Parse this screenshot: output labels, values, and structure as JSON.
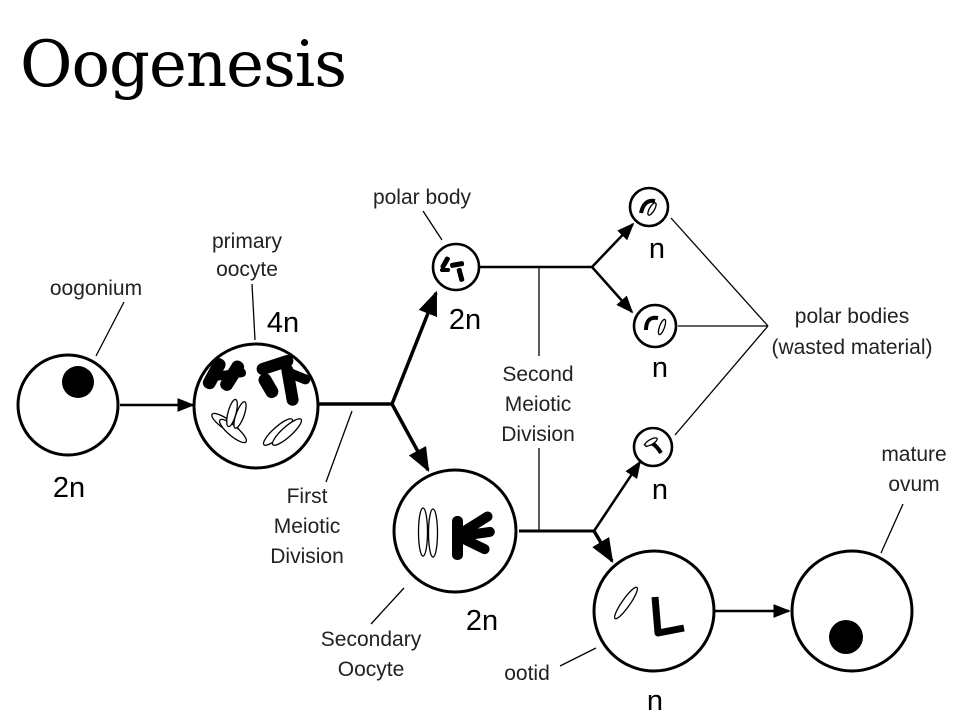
{
  "title": "Oogenesis",
  "labels": {
    "oogonium": "oogonium",
    "primary_oocyte_line1": "primary",
    "primary_oocyte_line2": "oocyte",
    "polar_body": "polar body",
    "polar_bodies_line1": "polar bodies",
    "polar_bodies_line2": "(wasted material)",
    "second_meiotic_line1": "Second",
    "second_meiotic_line2": "Meiotic",
    "second_meiotic_line3": "Division",
    "first_meiotic_line1": "First",
    "first_meiotic_line2": "Meiotic",
    "first_meiotic_line3": "Division",
    "secondary_oocyte_line1": "Secondary",
    "secondary_oocyte_line2": "Oocyte",
    "ootid": "ootid",
    "mature_ovum_line1": "mature",
    "mature_ovum_line2": "ovum"
  },
  "ploidy": {
    "oogonium": "2n",
    "primary_oocyte": "4n",
    "polar_body_first": "2n",
    "polar_body_a": "n",
    "polar_body_b": "n",
    "polar_body_c": "n",
    "secondary_oocyte": "2n",
    "ootid": "n"
  }
}
